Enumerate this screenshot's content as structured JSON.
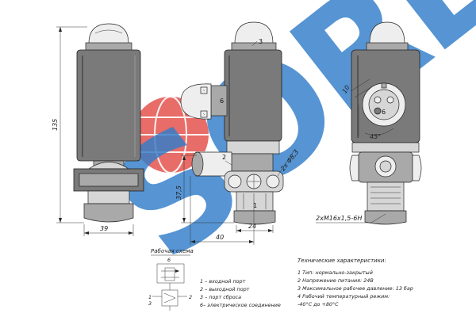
{
  "brand": {
    "watermark_text": "SORL",
    "watermark_color": "#1c6fc4",
    "globe_color": "#e0403a"
  },
  "dimensions": {
    "height_overall": "135",
    "height_port": "37,5",
    "width_left": "39",
    "width_port": "24",
    "width_offset": "40",
    "hole": "2x Φ8,3",
    "connector_offset": "10",
    "connector_angle": "45°",
    "thread": "2xM16x1,5-6H"
  },
  "callouts": {
    "c1": "1",
    "c2": "2",
    "c3": "3",
    "c6a": "6",
    "c6b": "6"
  },
  "scheme": {
    "title": "Рабочая схема",
    "label_top": "6",
    "label_1": "1",
    "label_2": "2",
    "label_3": "3",
    "legend": [
      "1 – входной порт",
      "2 – выходной порт",
      "3 – порт сброса",
      "6– электрическое соединение"
    ]
  },
  "specs": {
    "title": "Технические характеристики:",
    "items": [
      "1 Тип: нормально-закрытый",
      "2 Напряжение питания: 24В",
      "3 Максимальное рабочее давление: 13 бар",
      "4 Рабочий температурный режим:",
      "-40°С до +80°С"
    ]
  }
}
